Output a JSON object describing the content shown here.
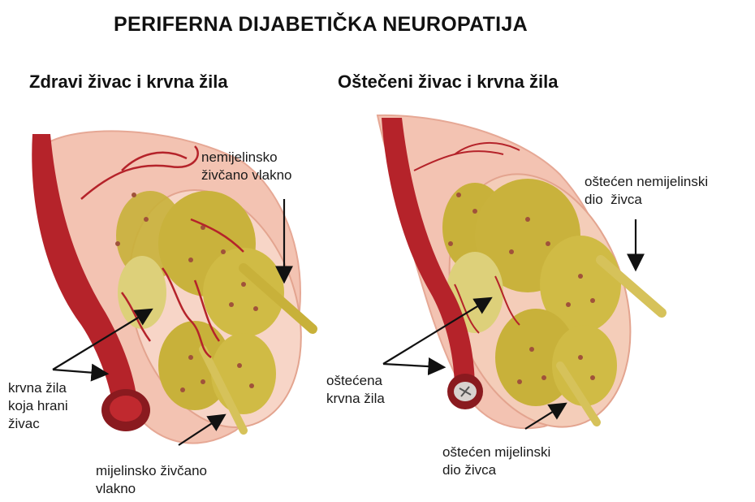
{
  "title": "PERIFERNA DIJABETIČKA NEUROPATIJA",
  "panels": {
    "healthy": {
      "title": "Zdravi živac i krvna žila",
      "labels": {
        "unmyelinated": [
          "nemijelinsko",
          "živčano vlakno"
        ],
        "vessel": [
          "krvna žila",
          "koja hrani",
          "živac"
        ],
        "myelinated": [
          "mijelinsko živčano",
          "vlakno"
        ]
      }
    },
    "damaged": {
      "title": "Oštečeni živac i krvna žila",
      "labels": {
        "unmyelinated": [
          "oštećen nemijelinski",
          "dio  živca"
        ],
        "vessel": [
          "oštećena",
          "krvna žila"
        ],
        "myelinated": [
          "oštećen mijelinski",
          "dio živca"
        ]
      }
    }
  },
  "colors": {
    "vessel": "#b5232a",
    "vessel_dark": "#8a1a1f",
    "sheath": "#f0b9a6",
    "nerve_fiber": "#c8b13a",
    "fiber_light": "#ddd07a"
  }
}
